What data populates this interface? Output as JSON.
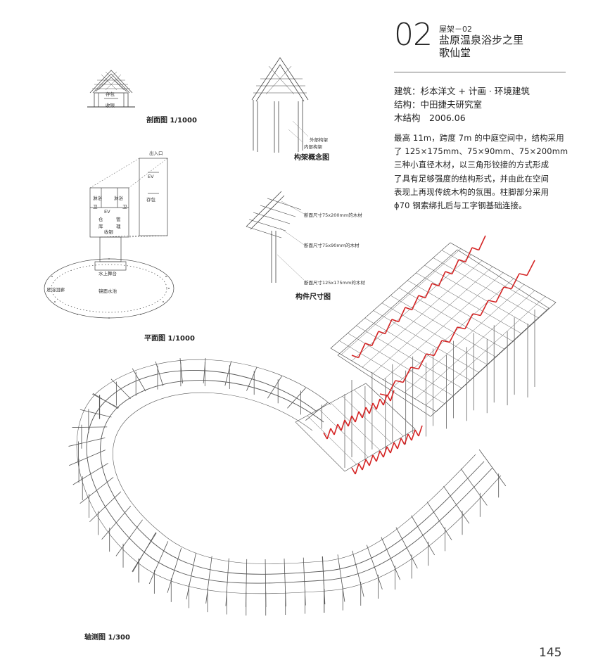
{
  "header": {
    "number": "02",
    "subtitle": "屋架－02",
    "title_line1": "盐原温泉浴步之里",
    "title_line2": "歌仙堂"
  },
  "credits": {
    "architect": "建筑：杉本洋文 + 计画 · 环境建筑",
    "structure": "结构：中田捷夫研究室",
    "type_date": "木结构　2006.06"
  },
  "description": [
    "最高 11m，跨度 7m 的中庭空间中，结构采用",
    "了 125×175mm、75×90mm、75×200mm",
    "三种小直径木材，以三角形铰接的方式形成",
    "了具有足够强度的结构形式，并由此在空间",
    "表现上再现传统木构的氛围。柱脚部分采用",
    "ϕ70 钢索绑扎后与工字钢基础连接。"
  ],
  "section": {
    "caption": "剖面图  1/1000",
    "label_storage": "存包",
    "label_cashier": "收银"
  },
  "plan": {
    "caption": "平面图  1/1000",
    "entrance": "出入口",
    "ev": "EV",
    "storage": "存包",
    "shower": "淋浴",
    "toilet": "卫",
    "warehouse_1": "仓",
    "warehouse_2": "库",
    "manage_1": "管",
    "manage_2": "理",
    "cashier": "收银",
    "stage": "水上舞台",
    "corridor": "足浴回廊",
    "pool": "镜面水池"
  },
  "frame_concept": {
    "caption": "构架概念图",
    "outer": "外部构架",
    "inner": "内部构架"
  },
  "member_size": {
    "caption": "构件尺寸图",
    "label_a": "断面尺寸75x200mm的木材",
    "label_b": "断面尺寸75x90mm的木材",
    "label_c": "断面尺寸125x175mm的木材"
  },
  "axon": {
    "caption": "轴测图  1/300"
  },
  "page_number": "145"
}
